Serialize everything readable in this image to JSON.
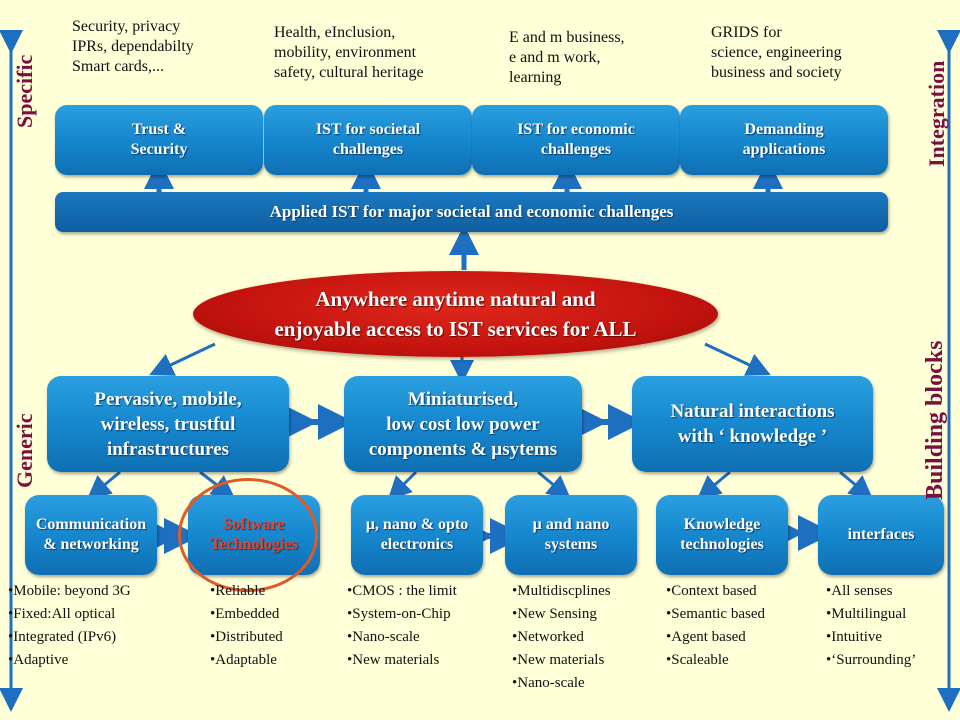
{
  "top_notes": [
    [
      "Security, privacy",
      "IPRs, dependabilty",
      "Smart cards,..."
    ],
    [
      "Health, eInclusion,",
      "mobility, environment",
      "safety, cultural heritage"
    ],
    [
      "E and m business,",
      "e and m work,",
      "learning"
    ],
    [
      "GRIDS for",
      "science, engineering",
      "business and society"
    ]
  ],
  "top_boxes": [
    [
      "Trust &",
      "Security"
    ],
    [
      "IST for societal",
      "challenges"
    ],
    [
      "IST for economic",
      "challenges"
    ],
    [
      "Demanding",
      "applications"
    ]
  ],
  "applied_bar": "Applied IST for major societal and economic challenges",
  "central": [
    "Anywhere anytime natural and",
    "enjoyable access to IST services for ALL"
  ],
  "mid_boxes": [
    [
      "Pervasive, mobile,",
      "wireless, trustful",
      "infrastructures"
    ],
    [
      "Miniaturised,",
      "low cost low power",
      "components & µsytems"
    ],
    [
      "Natural interactions",
      "with ‘ knowledge ’"
    ]
  ],
  "bottom_boxes": [
    [
      "Communication",
      "& networking"
    ],
    [
      "Software",
      "Technologies"
    ],
    [
      "µ, nano & opto",
      "electronics"
    ],
    [
      "µ and nano",
      "systems"
    ],
    [
      "Knowledge",
      "technologies"
    ],
    [
      "interfaces"
    ]
  ],
  "bullets": [
    [
      "•Mobile: beyond 3G",
      "•Fixed:All optical",
      "•Integrated (IPv6)",
      "•Adaptive"
    ],
    [
      "•Reliable",
      "•Embedded",
      "•Distributed",
      "•Adaptable"
    ],
    [
      "•CMOS : the limit",
      "•System-on-Chip",
      "•Nano-scale",
      "•New materials"
    ],
    [
      "•Multidiscplines",
      "•New Sensing",
      "•Networked",
      "•New materials",
      "•Nano-scale"
    ],
    [
      "•Context based",
      "•Semantic based",
      "•Agent based",
      "•Scaleable"
    ],
    [
      "•All senses",
      "•Multilingual",
      "•Intuitive",
      "•‘Surrounding’"
    ]
  ],
  "side_labels": {
    "left_top": "Specific",
    "left_bottom": "Generic",
    "right_top": "Integration",
    "right_bottom": "Building blocks"
  },
  "colors": {
    "background": "#ffffd8",
    "box_blue": "#1585cc",
    "ellipse_red": "#c4130e",
    "label_maroon": "#7a1040",
    "arrow_blue": "#1f6fc0",
    "highlight_circle": "#e05a28"
  }
}
